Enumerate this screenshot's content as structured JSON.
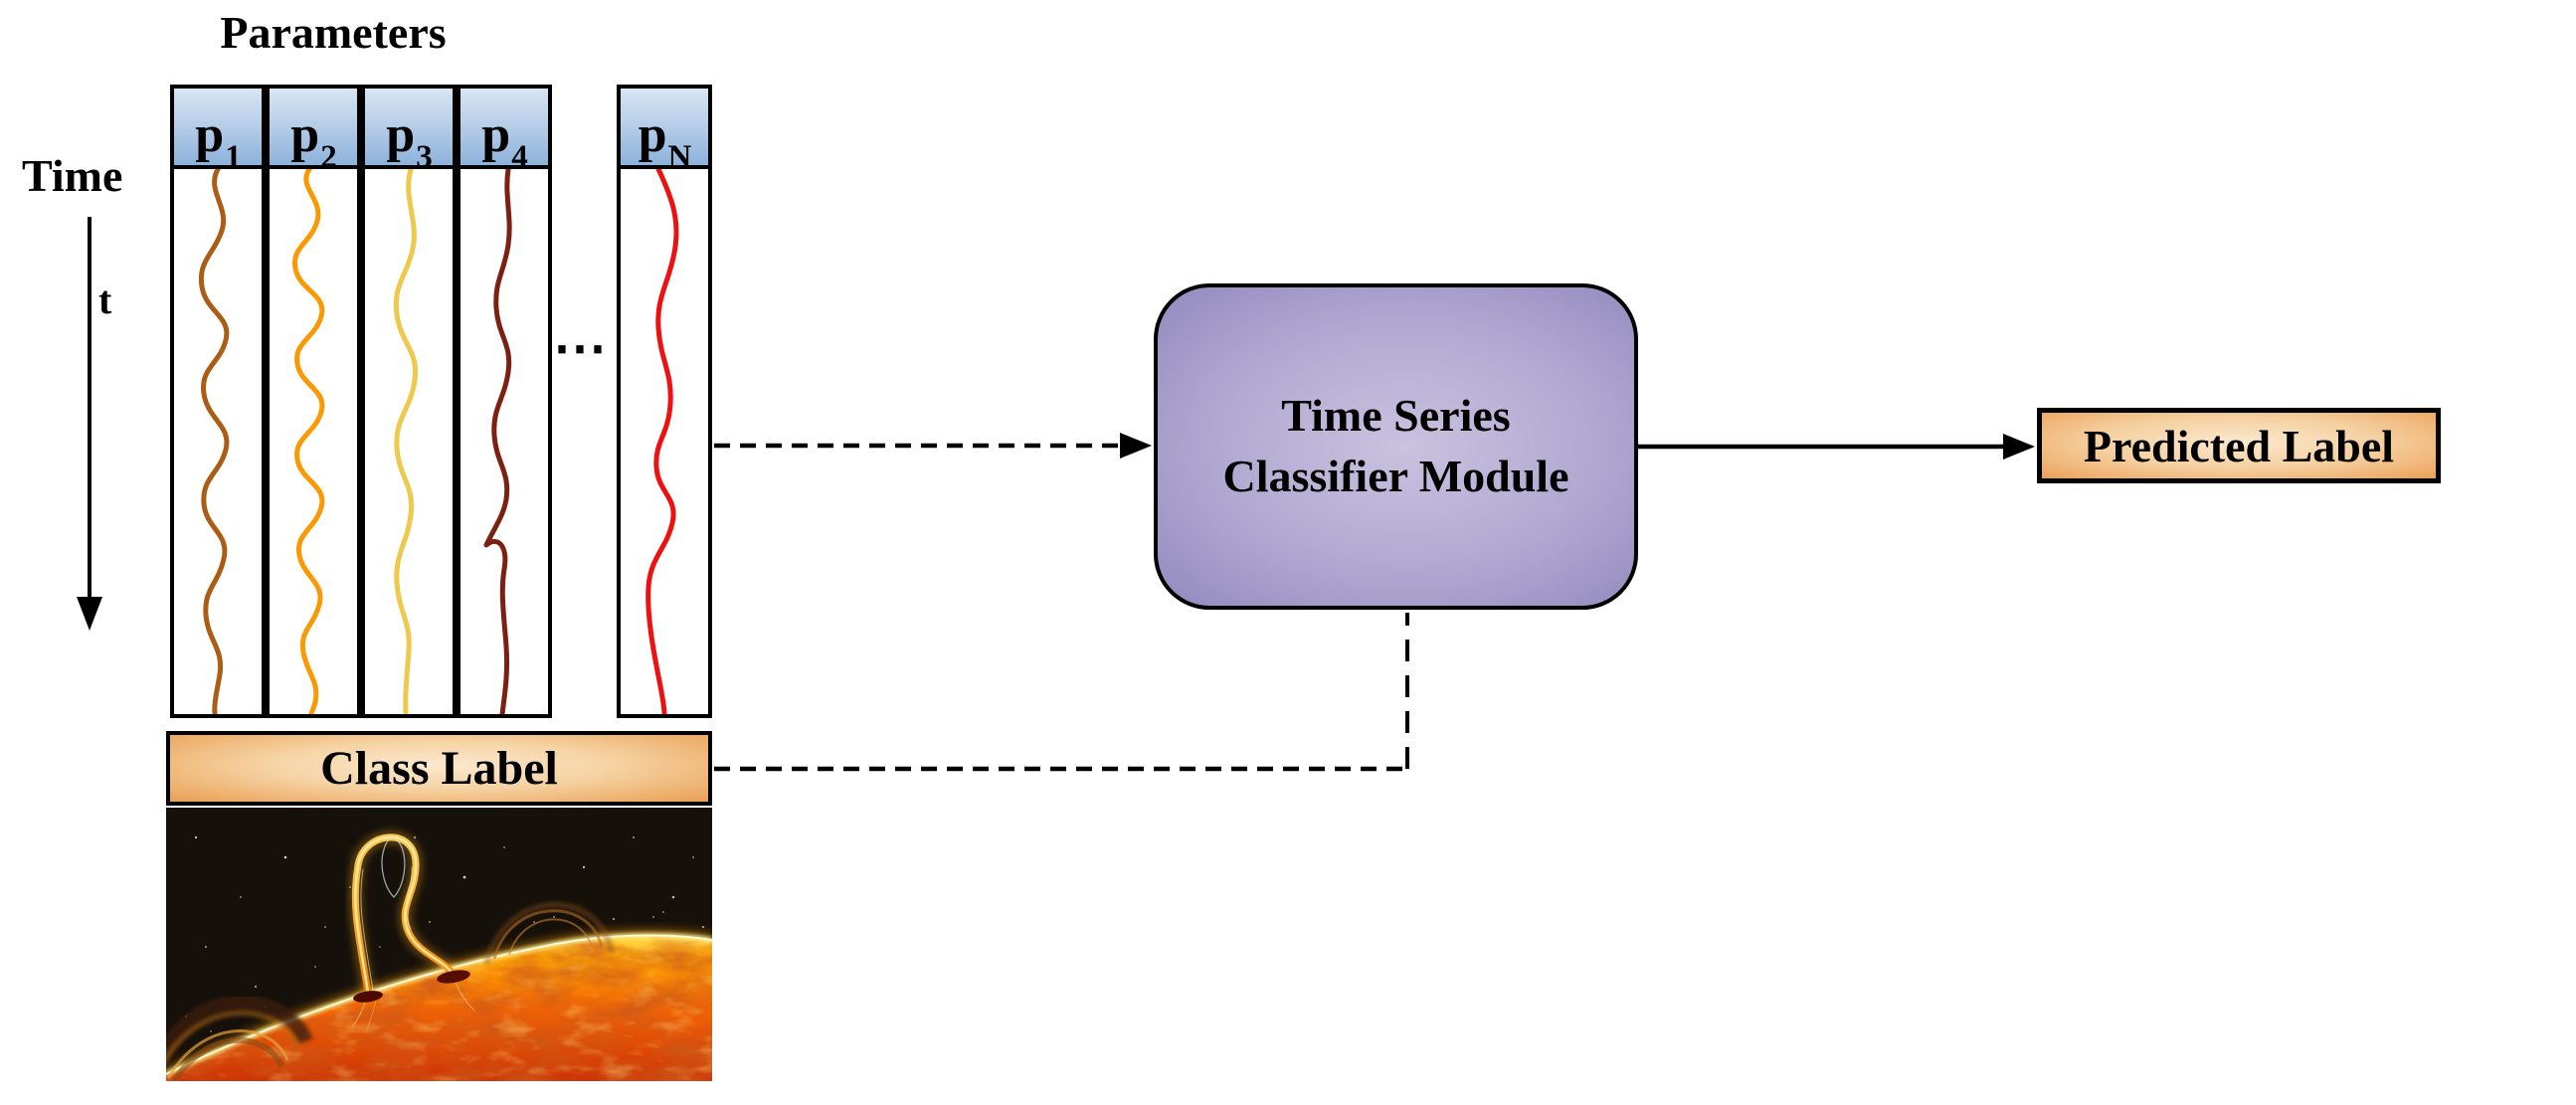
{
  "left_panel": {
    "title": "Parameters",
    "time_label": "Time",
    "t_label": "t",
    "ellipsis": "⋯"
  },
  "columns": [
    {
      "label": "p",
      "sub": "1",
      "curve_color": "#AC5D14"
    },
    {
      "label": "p",
      "sub": "2",
      "curve_color": "#FB9902"
    },
    {
      "label": "p",
      "sub": "3",
      "curve_color": "#EFC94C"
    },
    {
      "label": "p",
      "sub": "4",
      "curve_color": "#7C2012"
    },
    {
      "label": "p",
      "sub": "N",
      "curve_color": "#EE1111"
    }
  ],
  "class_label_box": {
    "label": "Class Label"
  },
  "module": {
    "line1": "Time Series",
    "line2": "Classifier Module"
  },
  "predicted_box": {
    "label": "Predicted Label"
  },
  "image": {
    "description": "solar flare coronal loop on sun"
  },
  "colors": {
    "column_header_top": "#d8e5f4",
    "column_header_bottom": "#8db2db",
    "module_center": "#cac2df",
    "module_edge": "#9289bf",
    "label_box_center": "#fbe9cf",
    "label_box_edge": "#e99f53",
    "border": "#000000"
  }
}
